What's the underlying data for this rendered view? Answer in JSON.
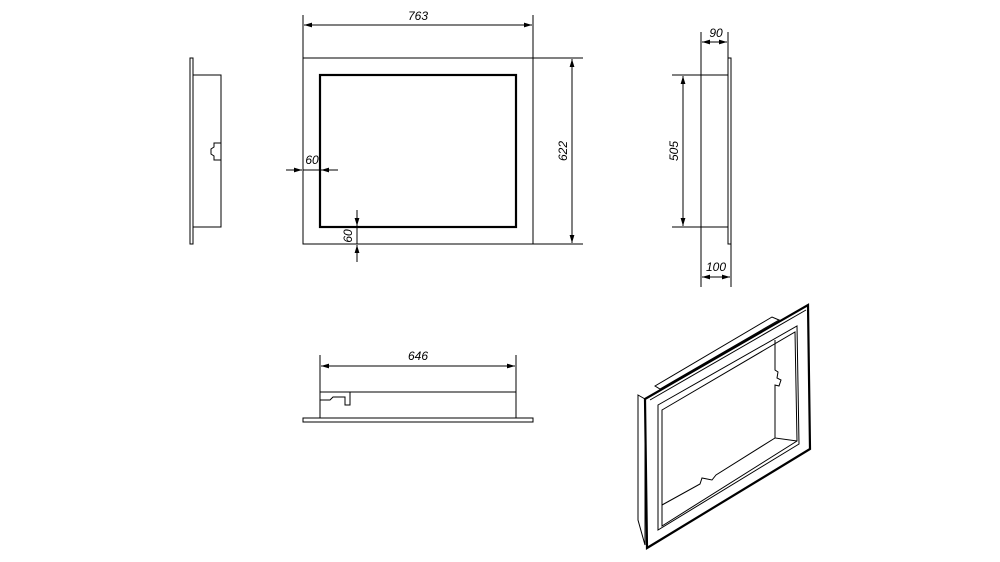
{
  "drawing": {
    "front_view": {
      "width": "763",
      "height": "622",
      "border_side": "60",
      "border_bottom": "60"
    },
    "side_view": {
      "inner_height": "505",
      "depth_top": "90",
      "depth_bottom": "100"
    },
    "bottom_view": {
      "inner_width": "646"
    },
    "colors": {
      "line": "#000000",
      "background": "#ffffff"
    }
  }
}
